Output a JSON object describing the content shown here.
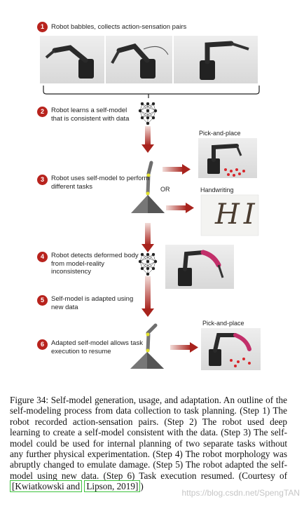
{
  "steps": [
    {
      "num": "1",
      "text": "Robot babbles, collects action-sensation pairs"
    },
    {
      "num": "2",
      "text": "Robot learns a self-model\nthat is consistent with data"
    },
    {
      "num": "3",
      "text": "Robot uses self-model to perform\ndifferent tasks"
    },
    {
      "num": "4",
      "text": "Robot detects deformed body\nfrom model-reality\ninconsistency"
    },
    {
      "num": "5",
      "text": "Self-model is adapted using\nnew data"
    },
    {
      "num": "6",
      "text": "Adapted self-model allows task\nexecution to resume"
    }
  ],
  "labels": {
    "pick_place_1": "Pick-and-place",
    "or": "OR",
    "handwriting": "Handwriting",
    "handwriting_text": "HI",
    "pick_place_2": "Pick-and-place"
  },
  "caption": {
    "text": "Figure 34: Self-model generation, usage, and adaptation. An outline of the self-modeling process from data collection to task planning. (Step 1) The robot recorded action-sensation pairs. (Step 2) The robot used deep learning to create a self-model consistent with the data. (Step 3) The self-model could be used for internal planning of two separate tasks without any further physical experimentation. (Step 4) The robot morphology was abruptly changed to emulate damage. (Step 5) The robot adapted the self-model using new data. (Step 6) Task execution resumed. (Courtesy of ",
    "cite_part1": "[Kwiatkowski and",
    "cite_part2": "Lipson, 2019]",
    "tail": ")"
  },
  "watermark": "https://blog.csdn.net/SpengTAN",
  "colors": {
    "badge": "#b8231d",
    "arrow": "#a8231d",
    "cite_border": "#3ec23e",
    "ball": "#d8262b"
  }
}
